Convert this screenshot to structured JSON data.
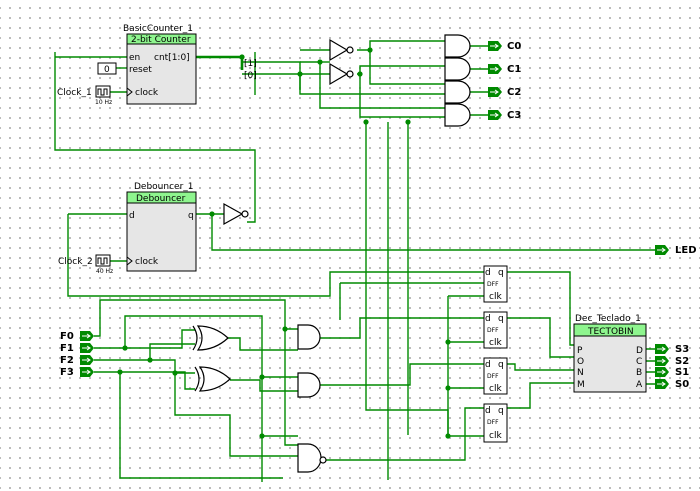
{
  "colors": {
    "wire": "#008a00",
    "header": "#8ef58e",
    "grid_dot": "#a8a8a8"
  },
  "counter": {
    "label": "BasicCounter_1",
    "header": "2-bit Counter",
    "en": "en",
    "reset": "reset",
    "clock": "clock",
    "out": "cnt[1:0]",
    "const_value": "0"
  },
  "split": {
    "b1": "[1]",
    "b0": "[0]"
  },
  "clk1": {
    "label": "Clock_1",
    "freq": "10 Hz"
  },
  "clk2": {
    "label": "Clock_2",
    "freq": "40 Hz"
  },
  "debouncer": {
    "label": "Debouncer_1",
    "header": "Debouncer",
    "d": "d",
    "q": "q",
    "clock": "clock"
  },
  "outputs": {
    "c0": "C0",
    "c1": "C1",
    "c2": "C2",
    "c3": "C3",
    "led": "LED",
    "s3": "S3",
    "s2": "S2",
    "s1": "S1",
    "s0": "S0"
  },
  "inputs": {
    "f0": "F0",
    "f1": "F1",
    "f2": "F2",
    "f3": "F3"
  },
  "dff": {
    "d": "d",
    "q": "q",
    "name": "DFF",
    "clk": "clk"
  },
  "decoder": {
    "label": "Dec_Teclado_1",
    "header": "TECTOBIN",
    "p": "P",
    "o": "O",
    "n": "N",
    "m": "M",
    "d": "D",
    "c": "C",
    "b": "B",
    "a": "A"
  }
}
